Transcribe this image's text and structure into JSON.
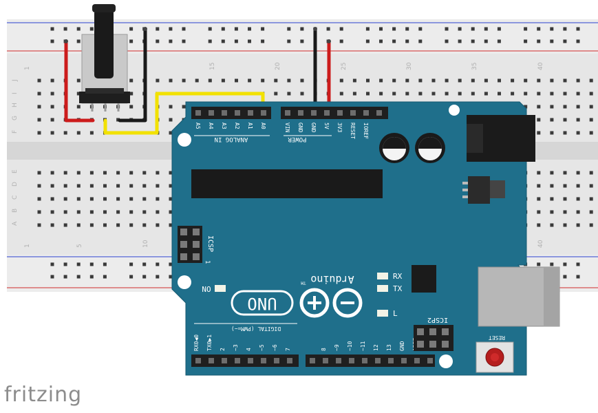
{
  "breadboard": {
    "column_numbers_top": [
      "1",
      "15",
      "20",
      "25",
      "30",
      "35",
      "40"
    ],
    "column_numbers_bottom": [
      "1",
      "5",
      "10",
      "40"
    ],
    "row_letters_top": [
      "J",
      "I",
      "H",
      "G",
      "F"
    ],
    "row_letters_bottom": [
      "E",
      "D",
      "C",
      "B",
      "A"
    ]
  },
  "arduino": {
    "analog_header_label": "ANALOG IN",
    "analog_pins": [
      "A5",
      "A4",
      "A3",
      "A2",
      "A1",
      "A0"
    ],
    "power_header_label": "POWER",
    "power_pins": [
      "VIN",
      "GND",
      "GND",
      "5V",
      "3V3",
      "RESET",
      "IOREF"
    ],
    "digital_header_label": "DIGITAL (PWM=~)",
    "digital_pins_right": [
      "AREF",
      "GND",
      "13",
      "12",
      "~11",
      "~10",
      "~9",
      "8"
    ],
    "digital_pins_left": [
      "7",
      "~6",
      "~5",
      "4",
      "~3",
      "2",
      "TX0▶1",
      "RX0◀0"
    ],
    "icsp_label": "ICSP",
    "icsp2_label": "ICSP2",
    "on_label": "ON",
    "rx_label": "RX",
    "tx_label": "TX",
    "l_label": "L",
    "brand_label": "Arduino",
    "tm_label": "TM",
    "uno_label": "UNO",
    "reset_label": "RESET",
    "icsp_pin1_label": "1"
  },
  "footer": {
    "brand": "fritzing"
  },
  "colors": {
    "board_blue": "#1f6f8b",
    "wire_red": "#cc1b1b",
    "wire_black": "#1a1a1a",
    "wire_yellow": "#f2e100",
    "breadboard": "#e8e8e8"
  }
}
